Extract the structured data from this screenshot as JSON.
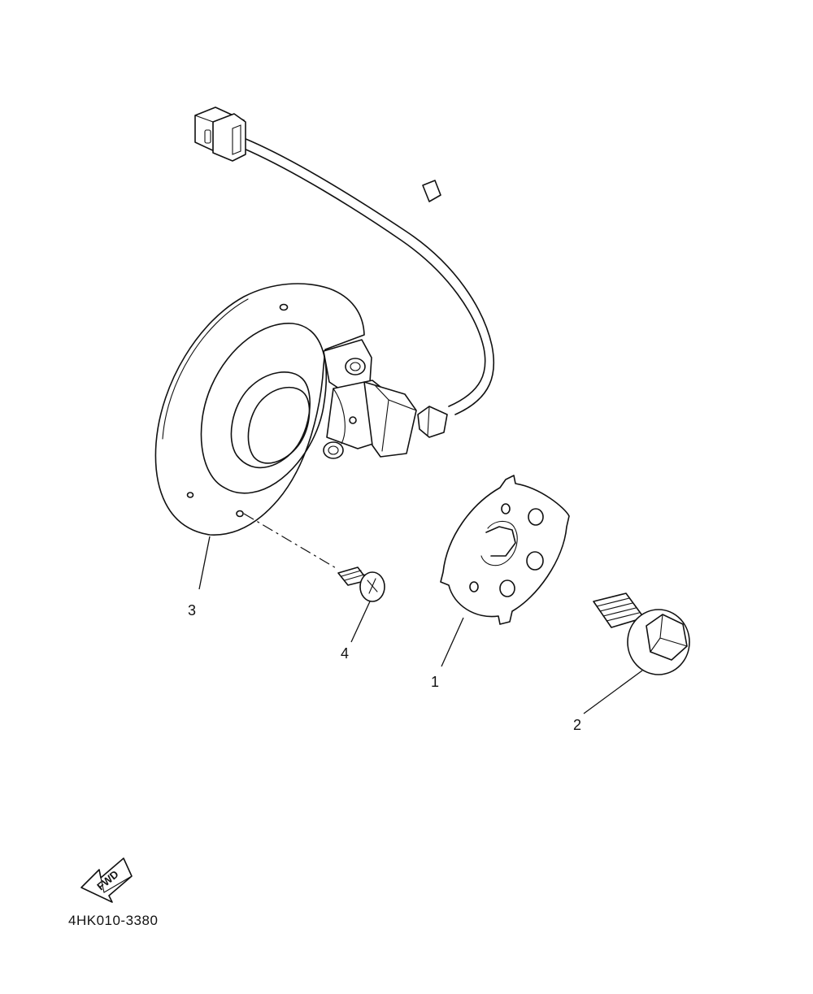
{
  "callouts": [
    {
      "id": "1",
      "label": "1"
    },
    {
      "id": "2",
      "label": "2"
    },
    {
      "id": "3",
      "label": "3"
    },
    {
      "id": "4",
      "label": "4"
    }
  ],
  "direction_label": "FWD",
  "diagram_code": "4HK010-3380"
}
